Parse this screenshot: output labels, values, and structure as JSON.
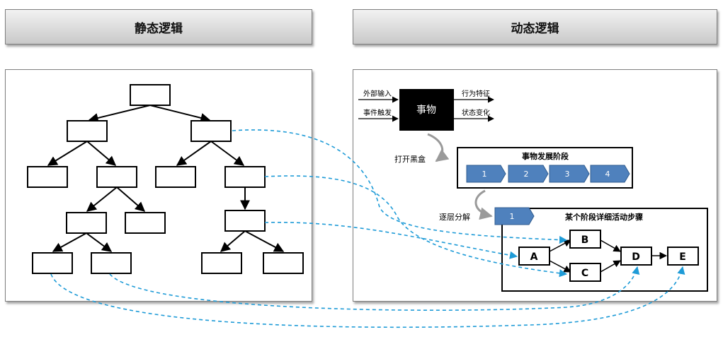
{
  "headers": {
    "static": "静态逻辑",
    "dynamic": "动态逻辑"
  },
  "blackbox": {
    "label": "事物",
    "inputs": [
      "外部输入",
      "事件触发"
    ],
    "outputs": [
      "行为特征",
      "状态变化"
    ]
  },
  "open_box_label": "打开黑盒",
  "stages_title": "事物发展阶段",
  "stages": [
    "1",
    "2",
    "3",
    "4"
  ],
  "decompose_label": "逐层分解",
  "detail": {
    "stage_tag": "1",
    "title": "某个阶段详细活动步骤",
    "nodes": [
      "A",
      "B",
      "C",
      "D",
      "E"
    ]
  },
  "colors": {
    "chevron_fill": "#4f81bd",
    "dashed_connector": "#1e9bd7",
    "black_box": "#000000"
  }
}
